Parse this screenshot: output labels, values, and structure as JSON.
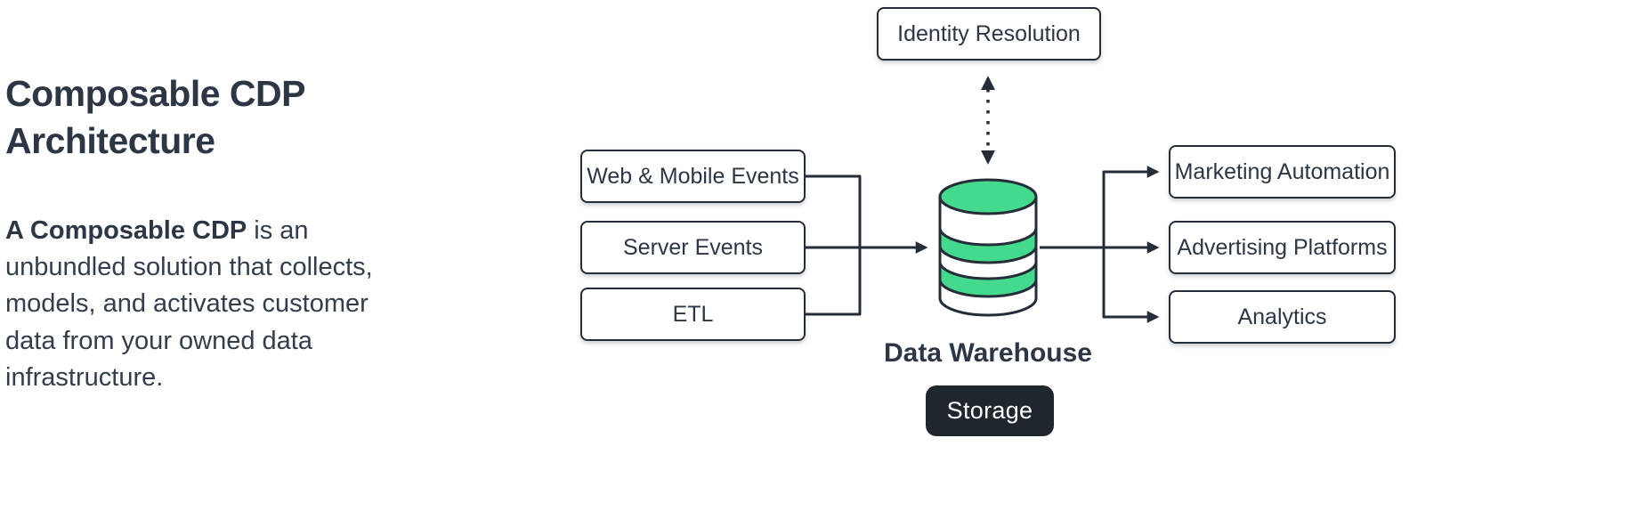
{
  "intro": {
    "title": "Composable CDP Architecture",
    "description_lead": "A Composable CDP",
    "description_rest": " is an unbundled solution that collects, models, and activates customer data from your owned data infrastructure."
  },
  "diagram": {
    "identity_box": {
      "label": "Identity Resolution"
    },
    "sources": [
      {
        "label": "Web & Mobile Events"
      },
      {
        "label": "Server Events"
      },
      {
        "label": "ETL"
      }
    ],
    "destinations": [
      {
        "label": "Marketing Automation"
      },
      {
        "label": "Advertising Platforms"
      },
      {
        "label": "Analytics"
      }
    ],
    "warehouse": {
      "label": "Data Warehouse",
      "badge": "Storage",
      "icon": "database-cylinder-icon"
    },
    "colors": {
      "ink": "#252d38",
      "green": "#44da8d",
      "badge_bg": "#20262e",
      "box_bg": "#ffffff"
    }
  }
}
